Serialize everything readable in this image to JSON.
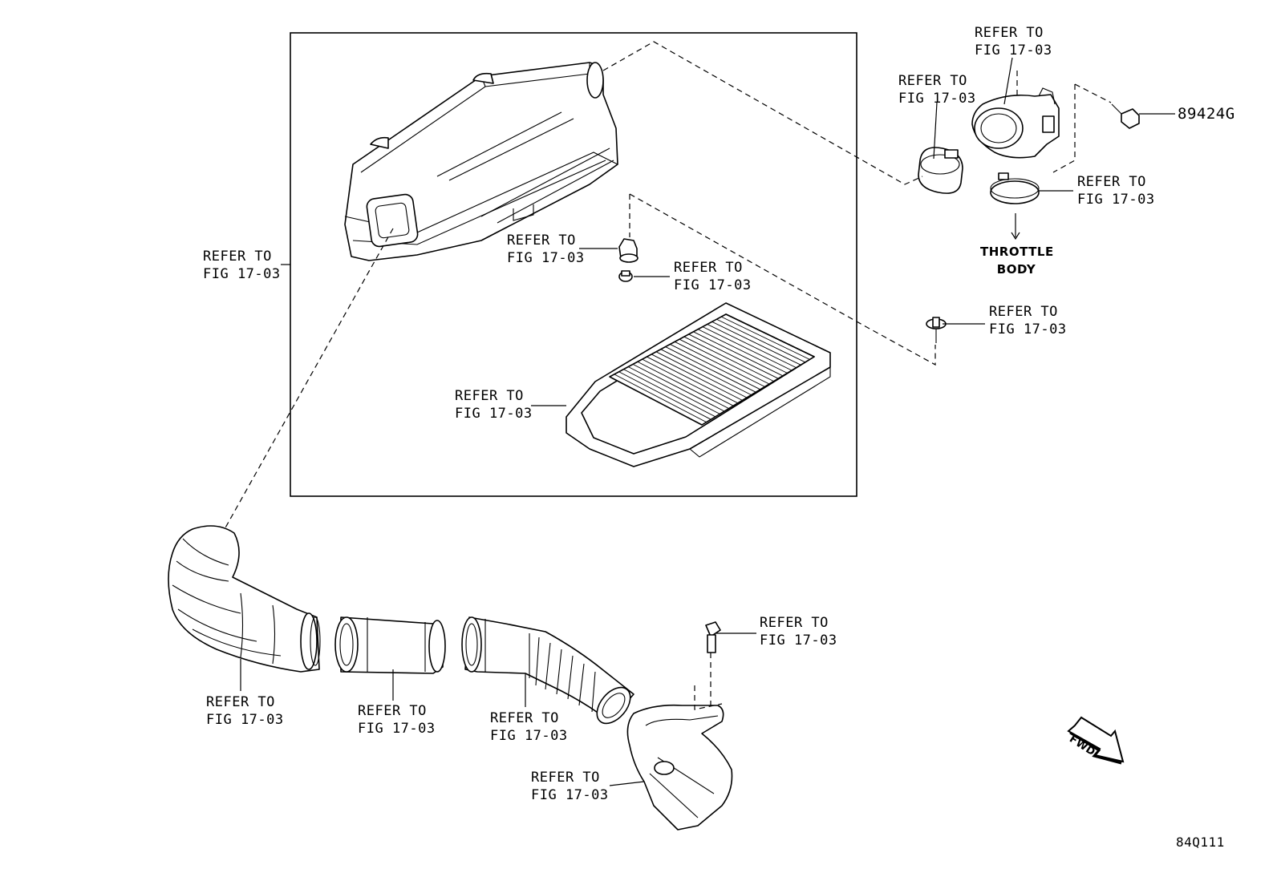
{
  "refer_label": {
    "line1": "REFER TO",
    "line2": "FIG 17-03"
  },
  "part_number_89424G": "89424G",
  "throttle_body": {
    "line1": "THROTTLE",
    "line2": "BODY"
  },
  "fwd_arrow": "FWD",
  "diagram_code": "84Q111"
}
